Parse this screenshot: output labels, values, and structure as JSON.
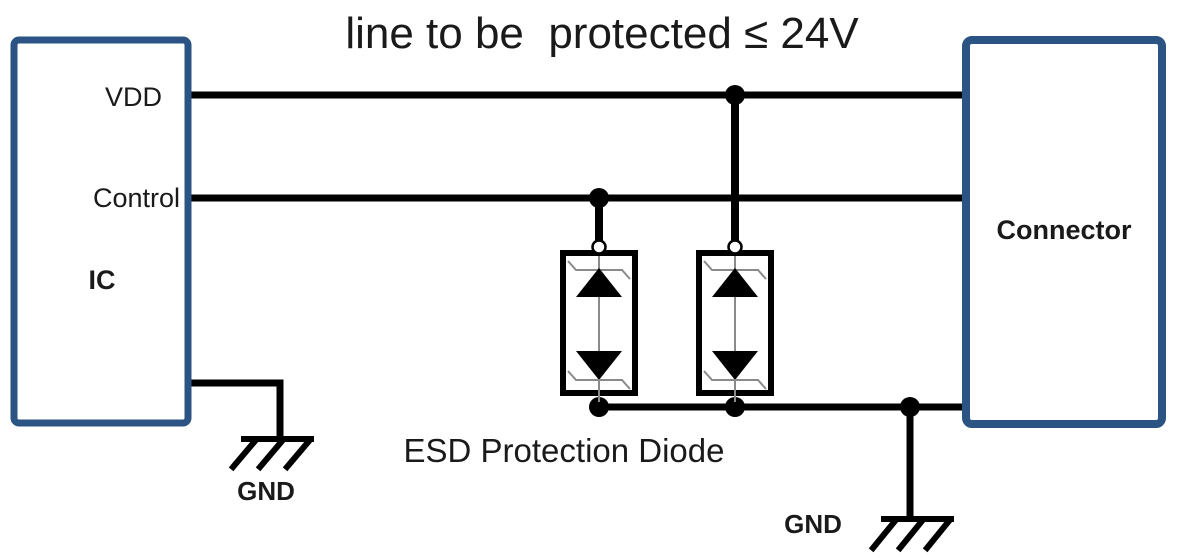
{
  "title": "line to be  protected ≤ 24V",
  "ic": {
    "label": "IC",
    "pins": {
      "vdd": "VDD",
      "control": "Control"
    }
  },
  "connector": {
    "label": "Connector"
  },
  "esd_label": "ESD Protection Diode",
  "gnd_left_label": "GND",
  "gnd_right_label": "GND",
  "colors": {
    "box_border": "#2b5383",
    "wire": "#000000",
    "diode_detail": "#8a8a8a",
    "background": "#ffffff"
  }
}
